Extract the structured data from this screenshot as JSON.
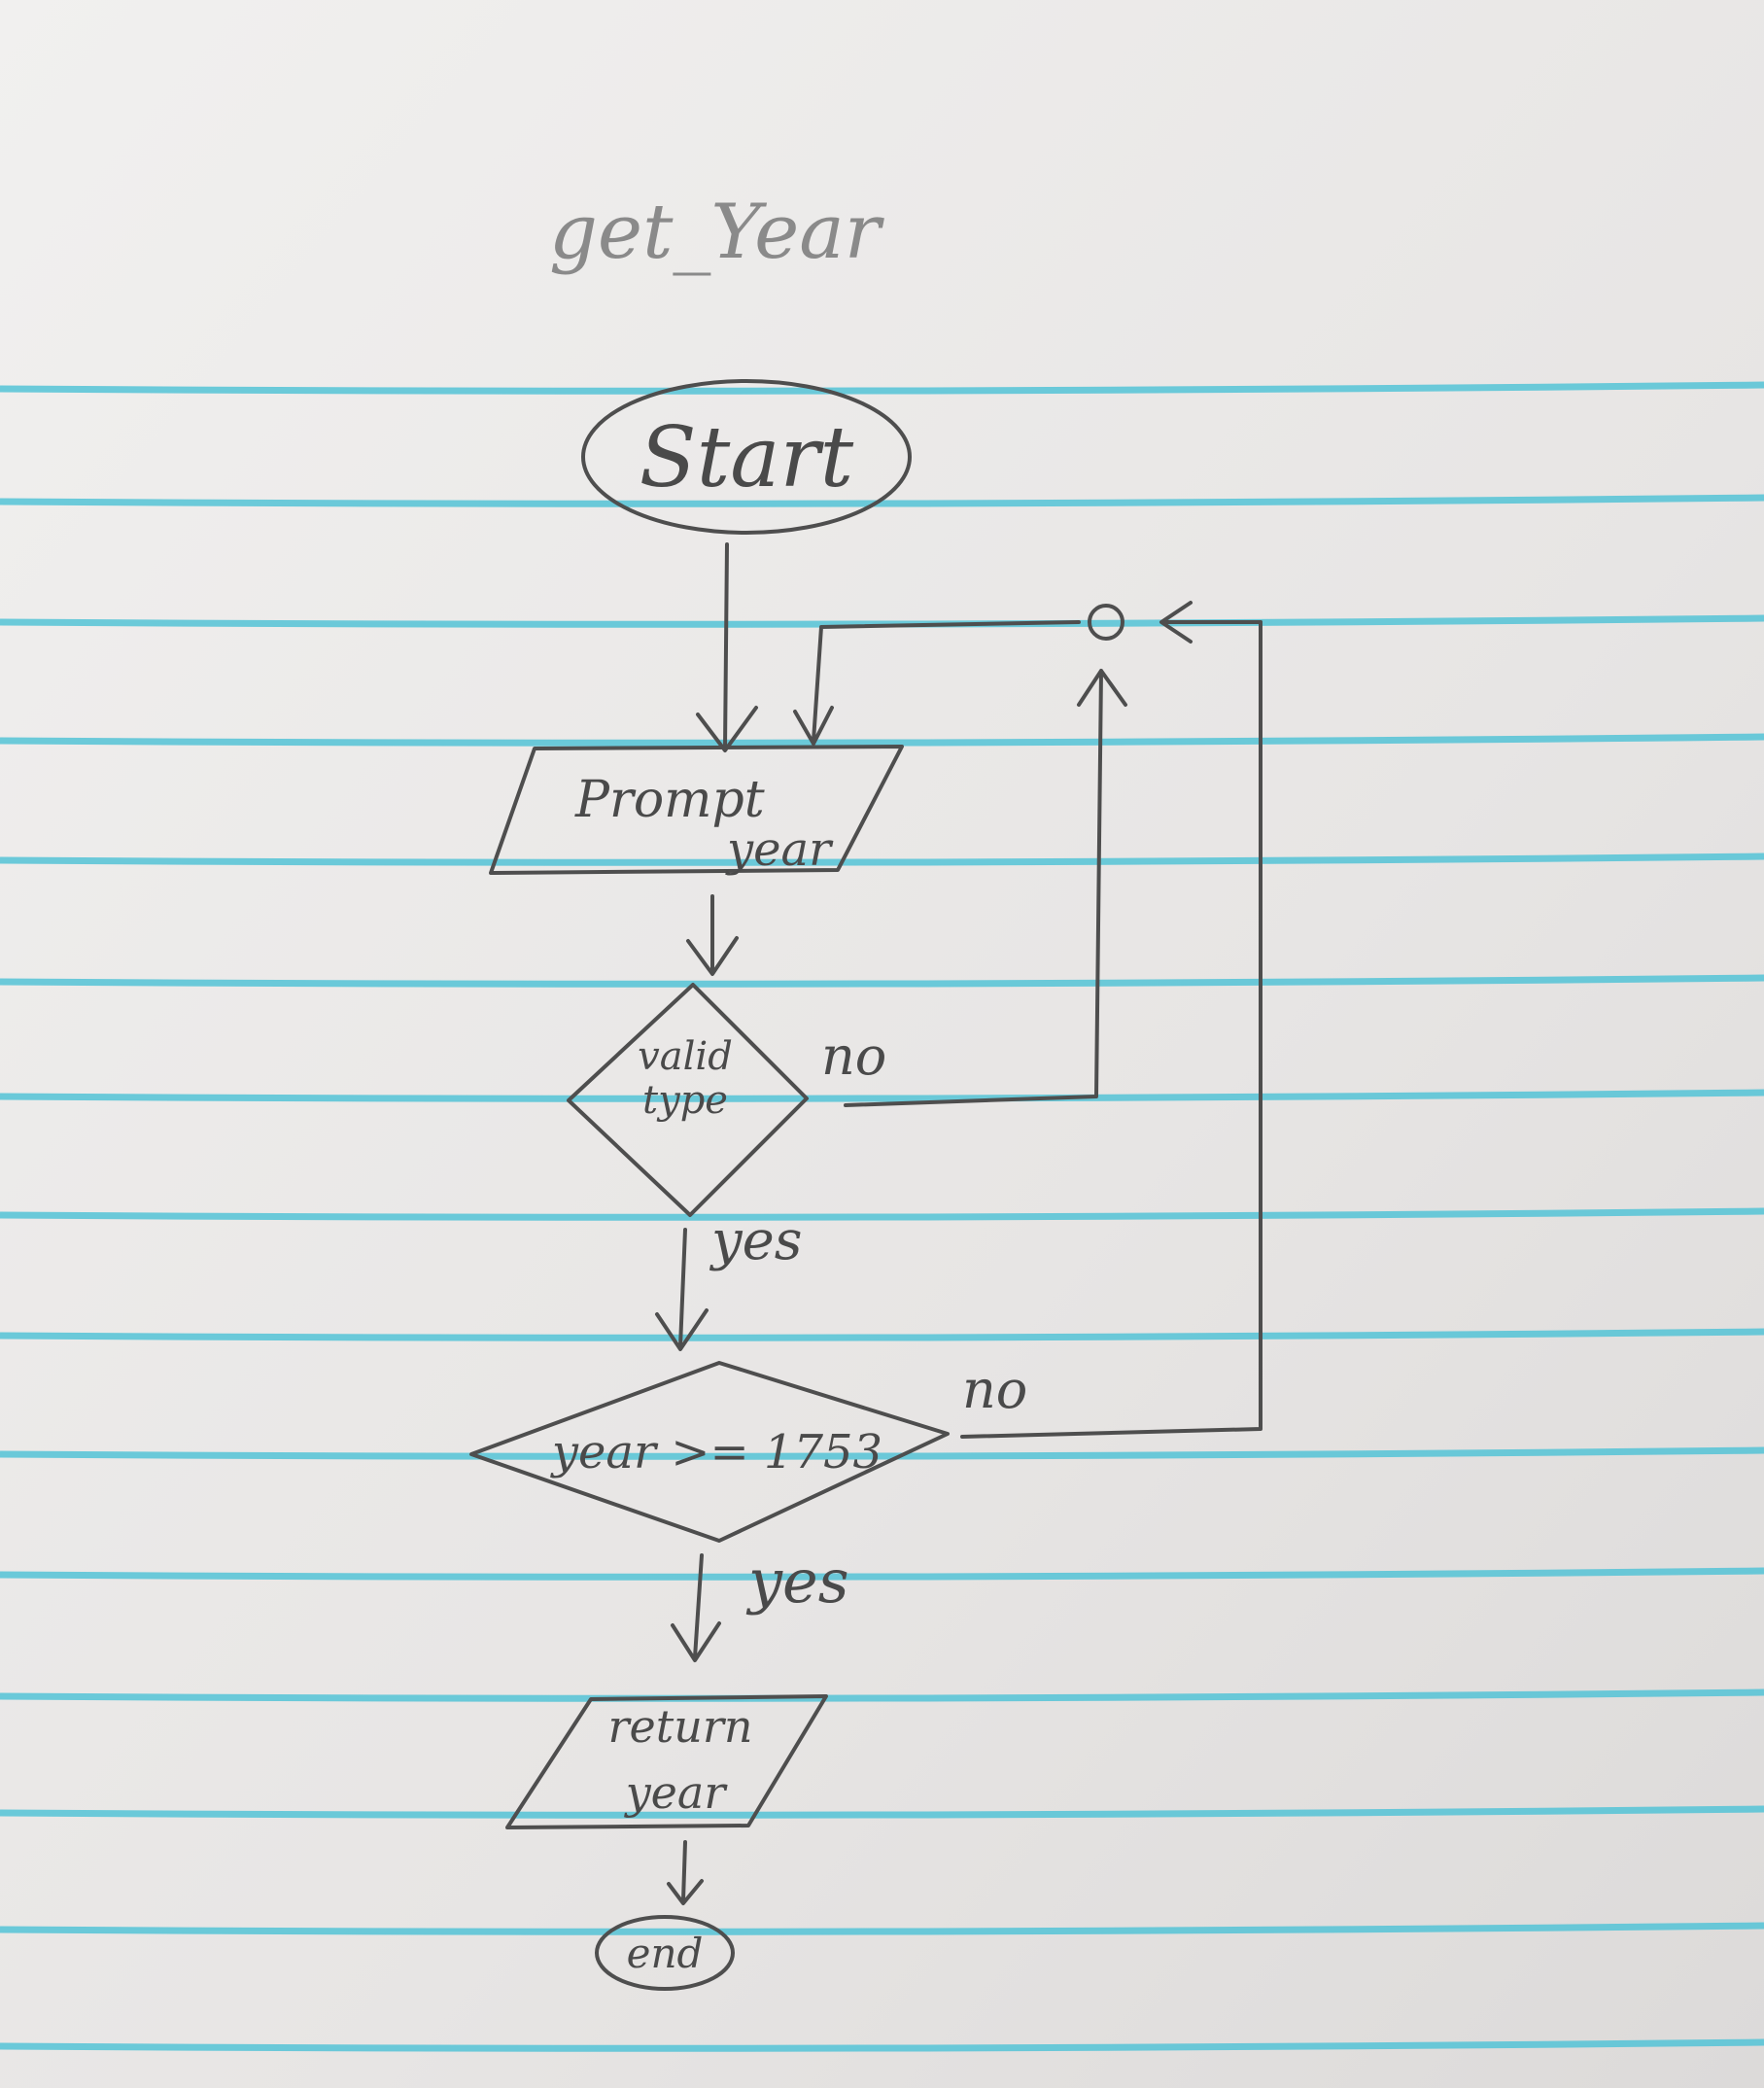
{
  "title": "get_Year",
  "colors": {
    "paper": "#e9e7e6",
    "ruled_line": "#54c3d6",
    "pencil": "#4e4e4e"
  },
  "nodes": {
    "start": "Start",
    "prompt_line1": "Prompt",
    "prompt_line2": "year",
    "valid_type_line1": "valid",
    "valid_type_line2": "type",
    "year_check": "year >= 1753",
    "return_line1": "return",
    "return_line2": "year",
    "end": "end"
  },
  "edges": {
    "valid_type_no": "no",
    "valid_type_yes": "yes",
    "year_check_no": "no",
    "year_check_yes": "yes"
  }
}
